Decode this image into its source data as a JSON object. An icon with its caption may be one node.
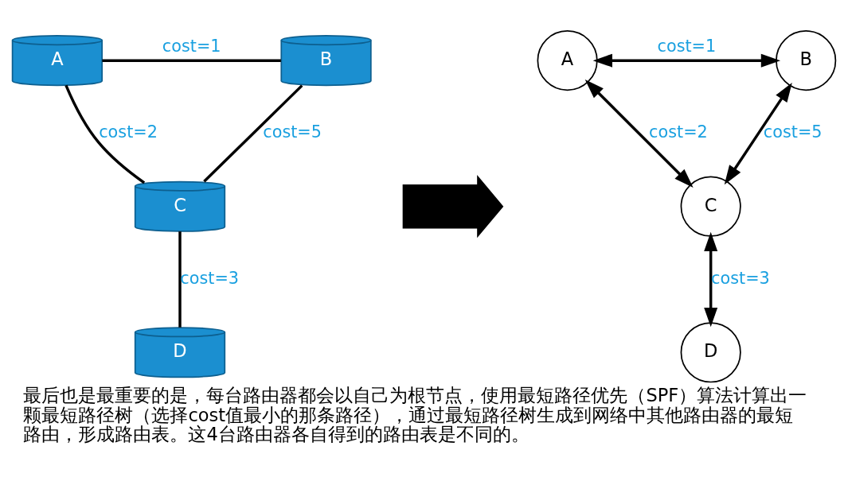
{
  "diagram": {
    "caption": "最后也是最重要的是，每台路由器都会以自己为根节点，使用最短路径优先（SPF）算法计算出一颗最短路径树（选择cost值最小的那条路径），通过最短路径树生成到网络中其他路由器的最短路由，形成路由表。这4台路由器各自得到的路由表是不同的。",
    "nodes": [
      {
        "text": [
          "A"
        ]
      },
      {
        "text": [
          "B"
        ]
      },
      {
        "text": [
          "C"
        ]
      },
      {
        "text": [
          "D"
        ]
      },
      {
        "text": [
          "A"
        ]
      },
      {
        "text": [
          "B"
        ]
      },
      {
        "text": [
          "C"
        ]
      },
      {
        "text": [
          "D"
        ]
      },
      {
        "text": [],
        "shape": "arrow"
      }
    ],
    "edges": [
      {
        "from": 0,
        "to": 1,
        "arrow": "none",
        "label": "cost=1"
      },
      {
        "from": 0,
        "to": 2,
        "arrow": "none",
        "label": "cost=2"
      },
      {
        "from": 1,
        "to": 2,
        "arrow": "none",
        "label": "cost=5"
      },
      {
        "from": 2,
        "to": 3,
        "arrow": "none",
        "label": "cost=3"
      },
      {
        "from": 4,
        "to": 5,
        "arrow": "both",
        "label": "cost=1"
      },
      {
        "from": 4,
        "to": 6,
        "arrow": "both",
        "label": "cost=2"
      },
      {
        "from": 5,
        "to": 6,
        "arrow": "both",
        "label": "cost=5"
      },
      {
        "from": 6,
        "to": 7,
        "arrow": "both",
        "label": "cost=3"
      }
    ]
  }
}
